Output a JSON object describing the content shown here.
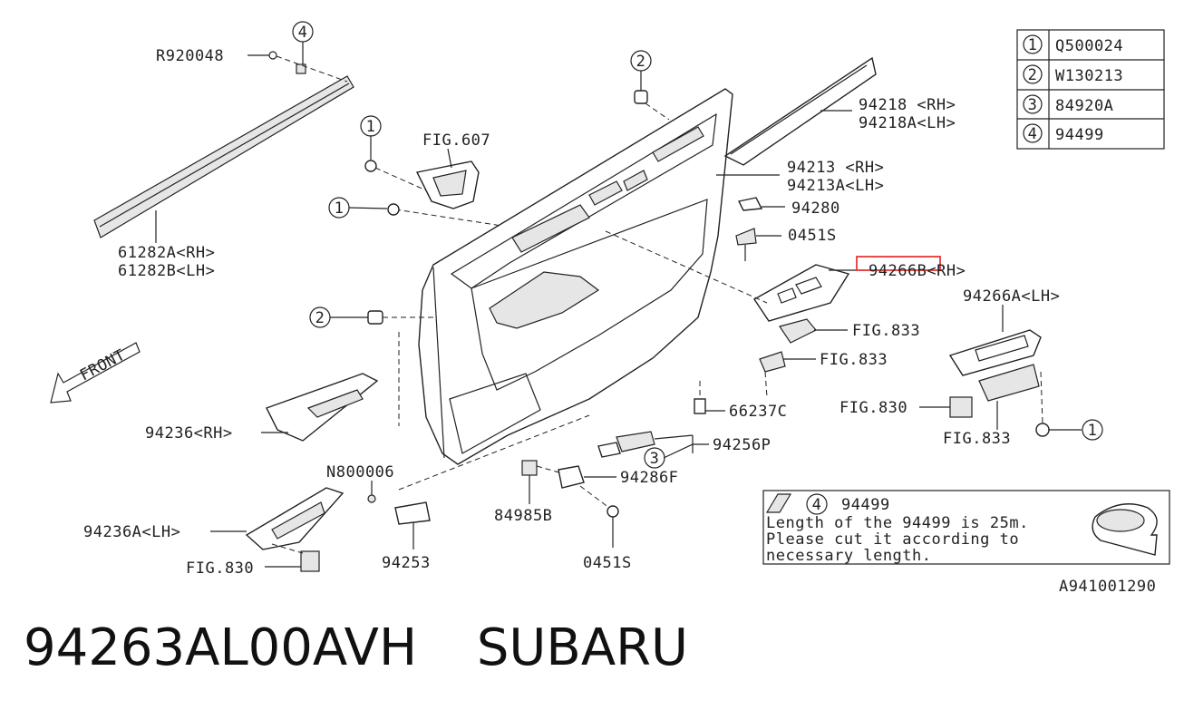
{
  "callout_legend": [
    {
      "num": "1",
      "part": "Q500024"
    },
    {
      "num": "2",
      "part": "W130213"
    },
    {
      "num": "3",
      "part": "84920A"
    },
    {
      "num": "4",
      "part": "94499"
    }
  ],
  "labels": {
    "r920048": "R920048",
    "fig607": "FIG.607",
    "p61282a": "61282A<RH>",
    "p61282b": "61282B<LH>",
    "p94218": "94218 <RH>",
    "p94218a": "94218A<LH>",
    "p94213": "94213 <RH>",
    "p94213a": "94213A<LH>",
    "p94280": "94280",
    "p0451s_top": "0451S",
    "p94266b": "94266B<RH>",
    "p94266a": "94266A<LH>",
    "fig833_a": "FIG.833",
    "fig833_b": "FIG.833",
    "fig833_c": "FIG.833",
    "fig830_right": "FIG.830",
    "front": "FRONT",
    "p94236rh": "94236<RH>",
    "p66237c": "66237C",
    "p94256p": "94256P",
    "n800006": "N800006",
    "p94286f": "94286F",
    "p94236a": "94236A<LH>",
    "p84985b": "84985B",
    "fig830_left": "FIG.830",
    "p94253": "94253",
    "p0451s_bottom": "0451S"
  },
  "note": {
    "callout": "4",
    "part": "94499",
    "line1": "Length of the 94499 is 25m.",
    "line2": "Please cut it according to",
    "line3": "necessary length."
  },
  "diagram_code": "A941001290",
  "footer": {
    "part_number": "94263AL00AVH",
    "brand": "SUBARU"
  },
  "colors": {
    "highlight": "#e53935",
    "ink": "#222222"
  }
}
